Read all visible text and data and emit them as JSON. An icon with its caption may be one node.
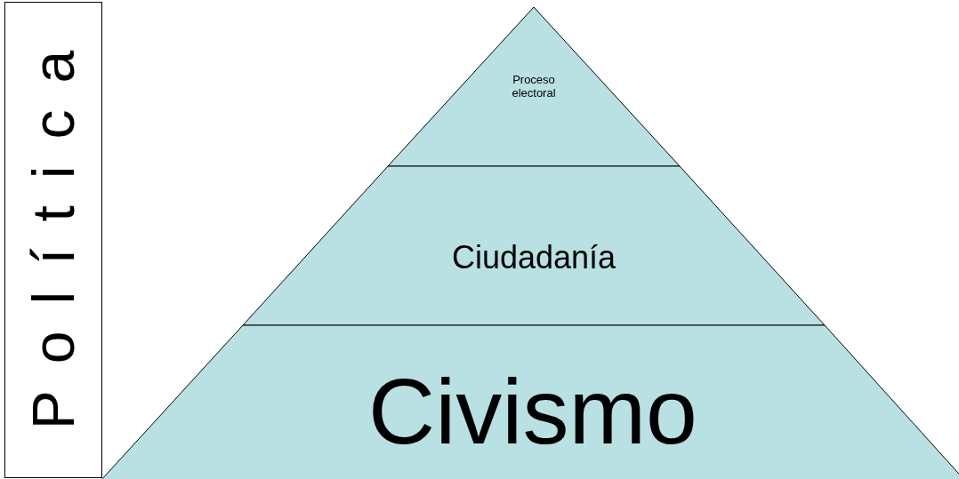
{
  "diagram": {
    "nodes": [
      {
        "text": [
          "Política"
        ]
      },
      {
        "text": [
          "Proceso electoral"
        ]
      },
      {
        "text": [
          "Ciudadanía"
        ]
      },
      {
        "text": [
          "Civismo"
        ]
      }
    ]
  }
}
